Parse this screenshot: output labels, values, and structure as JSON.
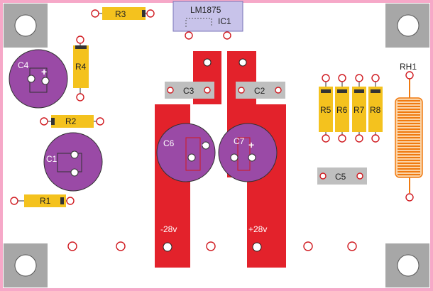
{
  "title": "",
  "colors": {
    "border": "#f6a8c8",
    "copper": "#e3222b",
    "cap_body": "#9a4aa6",
    "resistor": "#f4c21e",
    "gray_block": "#bfbfbf",
    "ic": "#c8c3ea",
    "coil": "#f07a10"
  },
  "ic": {
    "part": "LM1875",
    "ref": "IC1"
  },
  "resistors": [
    "R1",
    "R2",
    "R3",
    "R4",
    "R5",
    "R6",
    "R7",
    "R8"
  ],
  "capacitors_electrolytic": [
    "C1",
    "C4",
    "C6",
    "C7"
  ],
  "capacitors_film": [
    "C2",
    "C3",
    "C5"
  ],
  "inductor": "RH1",
  "power_labels": {
    "negative": "-28v",
    "positive": "+28v"
  },
  "polarity_mark": "+"
}
